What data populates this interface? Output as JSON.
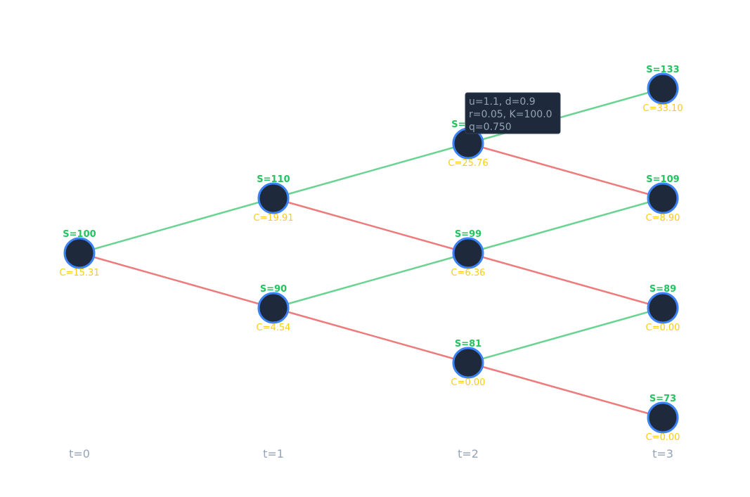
{
  "colors": {
    "up_edge": "#6bd392",
    "down_edge": "#ee7b7b",
    "node_fill": "#1e293b",
    "node_stroke": "#3b82f6",
    "price_label": "#22c55e",
    "option_label": "#facc15",
    "time_label": "#94a3b8",
    "info_box_bg": "#1e293b",
    "info_text": "#94a3b8"
  },
  "info_box": {
    "lines": [
      "u=1.1, d=0.9",
      "r=0.05, K=100.0",
      "q=0.750"
    ]
  },
  "time_labels": [
    "t=0",
    "t=1",
    "t=2",
    "t=3"
  ],
  "nodes": [
    {
      "id": "n0-0",
      "t": 0,
      "j": 0,
      "price_label": "S=100",
      "option_label": "C=15.31"
    },
    {
      "id": "n1-1",
      "t": 1,
      "j": 1,
      "price_label": "S=110",
      "option_label": "C=19.91"
    },
    {
      "id": "n1-0",
      "t": 1,
      "j": 0,
      "price_label": "S=90",
      "option_label": "C=4.54"
    },
    {
      "id": "n2-2",
      "t": 2,
      "j": 2,
      "price_label": "S=121",
      "option_label": "C=25.76"
    },
    {
      "id": "n2-1",
      "t": 2,
      "j": 1,
      "price_label": "S=99",
      "option_label": "C=6.36"
    },
    {
      "id": "n2-0",
      "t": 2,
      "j": 0,
      "price_label": "S=81",
      "option_label": "C=0.00"
    },
    {
      "id": "n3-3",
      "t": 3,
      "j": 3,
      "price_label": "S=133",
      "option_label": "C=33.10"
    },
    {
      "id": "n3-2",
      "t": 3,
      "j": 2,
      "price_label": "S=109",
      "option_label": "C=8.90"
    },
    {
      "id": "n3-1",
      "t": 3,
      "j": 1,
      "price_label": "S=89",
      "option_label": "C=0.00"
    },
    {
      "id": "n3-0",
      "t": 3,
      "j": 0,
      "price_label": "S=73",
      "option_label": "C=0.00"
    }
  ]
}
